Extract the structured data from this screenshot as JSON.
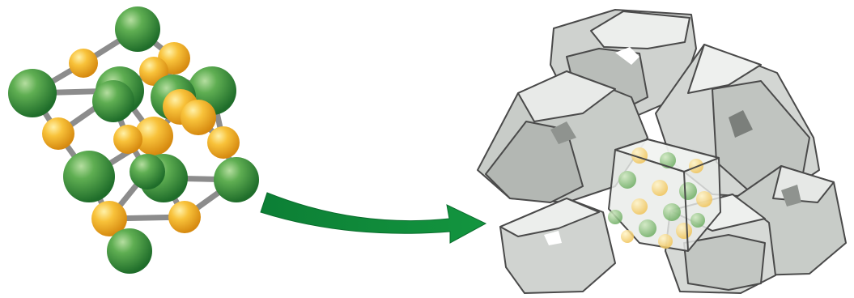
{
  "figure": {
    "left_panel": "lattice",
    "right_panel": "crystal",
    "connector": "arrow"
  },
  "colors": {
    "background": "#ffffff",
    "large_ion": "#2f8f3a",
    "large_ion_highlight": "#9fd08a",
    "small_ion": "#f4b223",
    "small_ion_highlight": "#ffe58a",
    "bond": "#8c8c8c",
    "arrow": "#0e8a3a",
    "crystal_light": "#e6e8e6",
    "crystal_mid": "#c4c8c4",
    "crystal_dark": "#8f938f",
    "crystal_edge": "#4a4a4a"
  },
  "icons": [
    "ionic-lattice-model",
    "right-arrow-icon",
    "crystal-cluster"
  ]
}
